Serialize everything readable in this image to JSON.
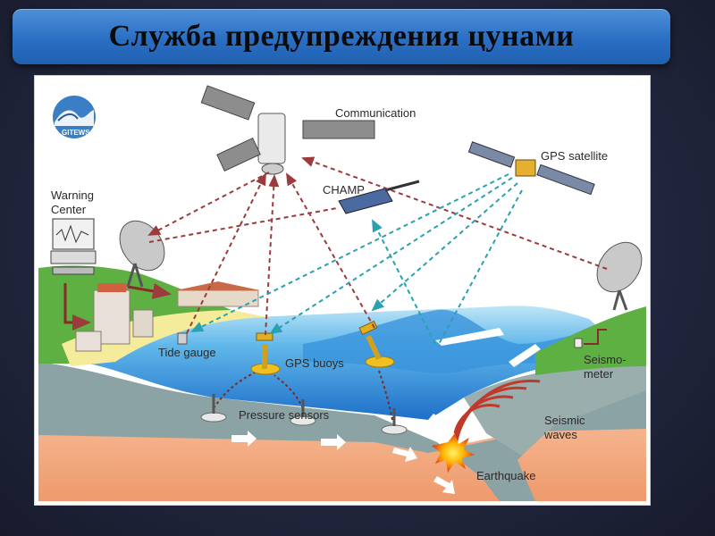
{
  "slide": {
    "title": "Служба предупреждения цунами"
  },
  "diagram": {
    "logo_text": "GITEWS",
    "labels": {
      "communication": "Communication",
      "gps_satellite": "GPS satellite",
      "champ": "CHAMP",
      "warning_center_1": "Warning",
      "warning_center_2": "Center",
      "tide_gauge": "Tide gauge",
      "gps_buoys": "GPS buoys",
      "pressure_sensors": "Pressure   sensors",
      "seismometer_1": "Seismo-",
      "seismometer_2": "meter",
      "seismic_waves_1": "Seismic",
      "seismic_waves_2": "waves",
      "earthquake": "Earthquake"
    },
    "colors": {
      "signal_red": "#9b3b3b",
      "signal_teal": "#2aa0b0",
      "ocean": "#2f86d6",
      "land": "#5fb043",
      "crust": "#f2a37c"
    }
  }
}
